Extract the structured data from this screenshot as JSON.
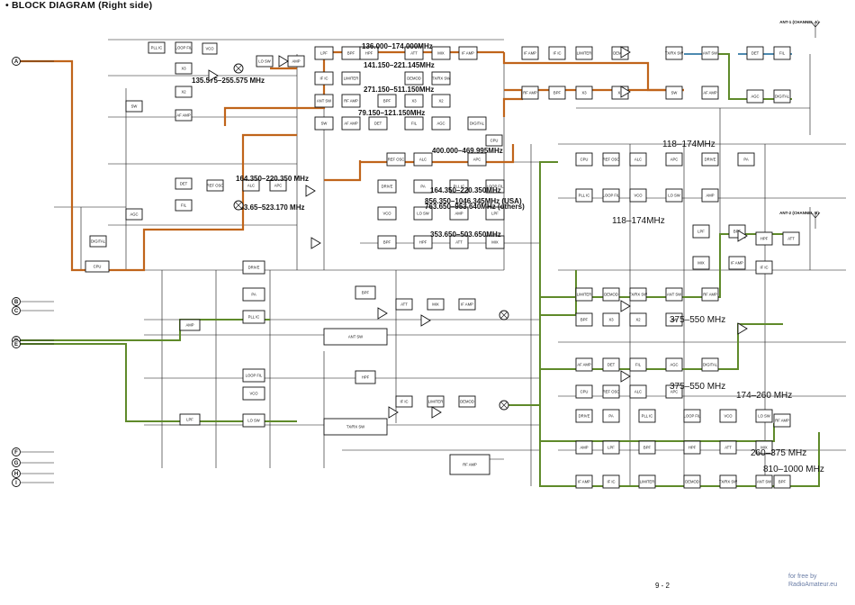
{
  "page": {
    "title": "• BLOCK DIAGRAM (Right side)",
    "page_number": "9 - 2",
    "credit_line1": "for free by",
    "credit_line2": "RadioAmateur.eu"
  },
  "connectors": [
    "A",
    "B",
    "C",
    "D",
    "E",
    "F",
    "G",
    "H",
    "I"
  ],
  "antennas": [
    "ANT-1 (CHANNEL A)",
    "ANT-2 (CHANNEL B)"
  ],
  "band_labels": [
    "136.000–174.000MHz",
    "141.150–221.145MHz",
    "271.150–511.150MHz",
    "79.150–121.150MHz",
    "400.000–469.995MHz",
    "164.350–220.350MHz",
    "856.350–1046.345MHz (USA)",
    "763.650–953.640MHz (others)",
    "353.650–503.650MHz",
    "135.575–255.575 MHz",
    "164.350–220.350 MHz",
    "353.65–523.170 MHz",
    "118–174MHz",
    "118–174MHz",
    "375–550 MHz",
    "375–550 MHz",
    "174–260 MHz",
    "260–375 MHz",
    "810–1000 MHz"
  ],
  "block_labels": [
    "PLL IC",
    "LOOP FIL",
    "VCO",
    "LO SW",
    "AMP",
    "LPF",
    "BPF",
    "HPF",
    "ATT",
    "MIX",
    "IF AMP",
    "IF IC",
    "LIMITER",
    "DEMOD",
    "TX/RX SW",
    "ANT SW",
    "RF AMP",
    "BPF",
    "X3",
    "X2",
    "SW",
    "AF AMP",
    "DET",
    "FIL",
    "AGC",
    "DIGITAL",
    "CPU",
    "REF OSC",
    "ALC",
    "APC",
    "DRIVE",
    "PA"
  ],
  "colors": {
    "lo_path": "#c0641a",
    "rx_path": "#5f8a2a",
    "tx_path": "#4d8ab0",
    "credit": "#6a7da6"
  }
}
